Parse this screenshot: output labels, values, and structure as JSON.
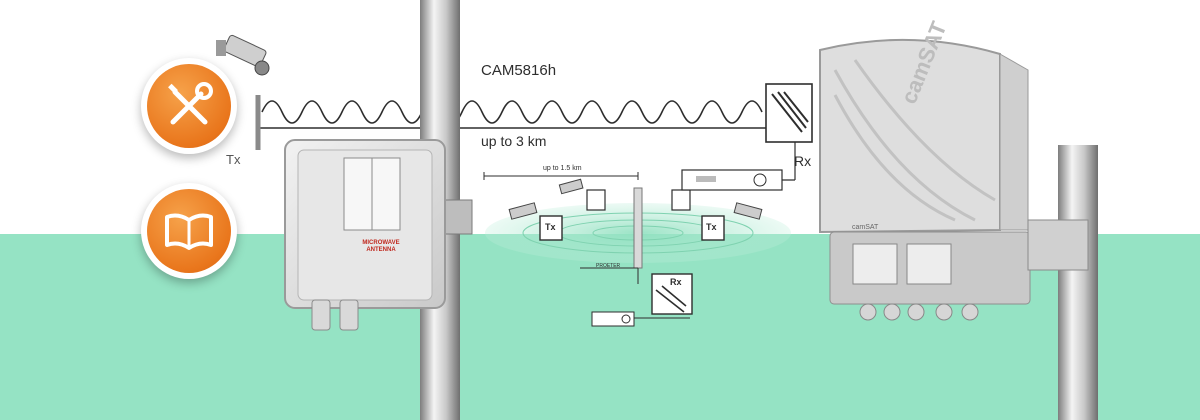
{
  "diagram": {
    "model_label": "CAM5816h",
    "range_label": "up to 3 km",
    "tx_label": "Tx",
    "rx_label": "Rx",
    "sub_range_label": "up to 1.5 km",
    "sub_tx_label": "Tx",
    "sub_rx_label": "Rx",
    "proeter_label": "PROETER"
  },
  "devices": {
    "left_box_text": "MICROWAVE ANTENNA",
    "right_brand": "camSAT",
    "right_brand_small": "camSAT"
  },
  "buttons": {
    "tools_icon": "wrench-screwdriver-icon",
    "manual_icon": "open-book-icon"
  },
  "colors": {
    "accent_orange": "#e9761c",
    "mint_band": "#95e3c4",
    "line_dark": "#2e2e2e",
    "text_red": "#c0281e"
  }
}
